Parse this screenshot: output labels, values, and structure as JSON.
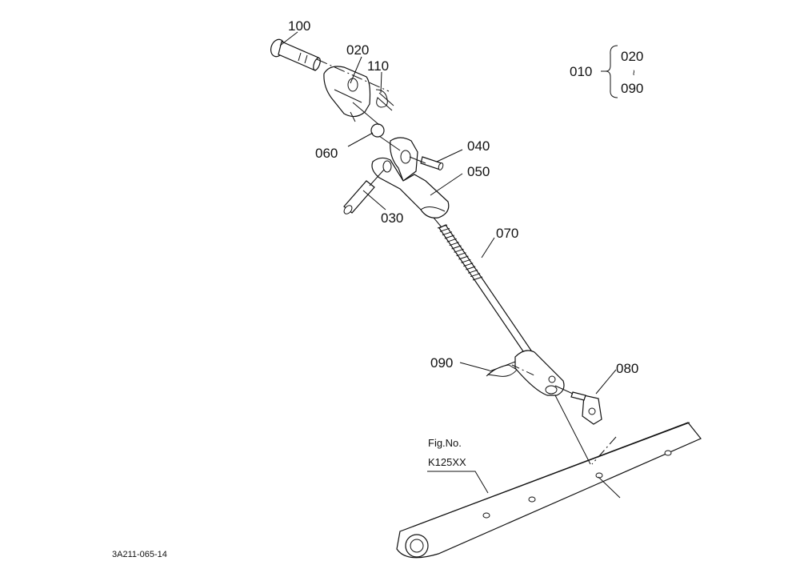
{
  "labels": {
    "p100": "100",
    "p020": "020",
    "p110": "110",
    "p060": "060",
    "p040": "040",
    "p050": "050",
    "p030": "030",
    "p070": "070",
    "p090": "090",
    "p080": "080"
  },
  "set_note": {
    "parent": "010",
    "from": "020",
    "tilde": "~",
    "to": "090"
  },
  "figure": {
    "fig_label": "Fig.No.",
    "fig_number": "K125XX"
  },
  "drawing_code": "3A211-065-14"
}
